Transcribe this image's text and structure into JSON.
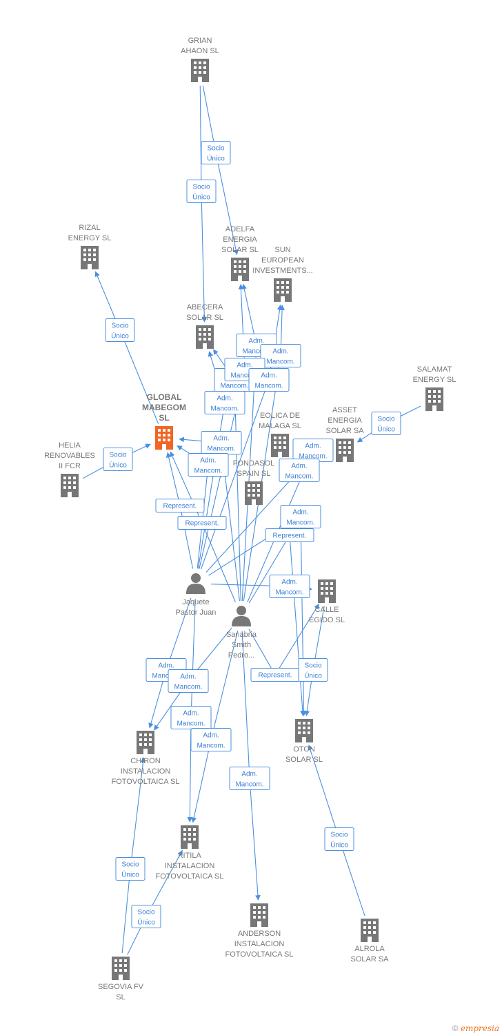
{
  "colors": {
    "edge": "#4a8fe0",
    "building": "#777777",
    "focus_building": "#f26522",
    "person": "#777777",
    "text": "#777777"
  },
  "nodes": [
    {
      "id": "grian",
      "type": "company",
      "label": [
        "GRIAN",
        "AHAON SL"
      ]
    },
    {
      "id": "rizal",
      "type": "company",
      "label": [
        "RIZAL",
        "ENERGY SL"
      ]
    },
    {
      "id": "adelfa",
      "type": "company",
      "label": [
        "ADELFA",
        "ENERGIA",
        "SOLAR SL"
      ]
    },
    {
      "id": "sun",
      "type": "company",
      "label": [
        "SUN",
        "EUROPEAN",
        "INVESTMENTS..."
      ]
    },
    {
      "id": "abecera",
      "type": "company",
      "label": [
        "ABECERA",
        "SOLAR SL"
      ]
    },
    {
      "id": "salamat",
      "type": "company",
      "label": [
        "SALAMAT",
        "ENERGY SL"
      ]
    },
    {
      "id": "global",
      "type": "company",
      "focus": true,
      "label": [
        "GLOBAL",
        "MABEGOM",
        "SL"
      ]
    },
    {
      "id": "eolica",
      "type": "company",
      "label": [
        "EOLICA DE",
        "MALAGA SL"
      ]
    },
    {
      "id": "asset",
      "type": "company",
      "label": [
        "ASSET",
        "ENERGIA",
        "SOLAR SA"
      ]
    },
    {
      "id": "helia",
      "type": "company",
      "label": [
        "HELIA",
        "RENOVABLES",
        "II FCR"
      ]
    },
    {
      "id": "fondasol",
      "type": "company",
      "label": [
        "FONDASOL",
        "SPAIN SL"
      ]
    },
    {
      "id": "jaquete",
      "type": "person",
      "label": [
        "Jaquete",
        "Pastor Juan"
      ]
    },
    {
      "id": "calle",
      "type": "company",
      "label": [
        "CALLE",
        "EGIDO SL"
      ]
    },
    {
      "id": "sanabria",
      "type": "person",
      "label": [
        "Sanabria",
        "Smith",
        "Pedro..."
      ]
    },
    {
      "id": "chiron",
      "type": "company",
      "label": [
        "CHIRON",
        "INSTALACION",
        "FOTOVOLTAICA SL"
      ]
    },
    {
      "id": "oton",
      "type": "company",
      "label": [
        "OTON",
        "SOLAR SL"
      ]
    },
    {
      "id": "kitila",
      "type": "company",
      "label": [
        "KITILA",
        "INSTALACION",
        "FOTOVOLTAICA SL"
      ]
    },
    {
      "id": "anderson",
      "type": "company",
      "label": [
        "ANDERSON",
        "INSTALACION",
        "FOTOVOLTAICA SL"
      ]
    },
    {
      "id": "alrola",
      "type": "company",
      "label": [
        "ALROLA",
        "SOLAR SA"
      ]
    },
    {
      "id": "segovia",
      "type": "company",
      "label": [
        "SEGOVIA FV",
        "SL"
      ]
    }
  ],
  "edge_labels": {
    "socio_unico": [
      "Socio",
      "Único"
    ],
    "adm_mancom": [
      "Adm.",
      "Mancom."
    ],
    "represent": [
      "Represent."
    ]
  },
  "edges": [
    {
      "from": "grian",
      "to": "adelfa",
      "label": "socio_unico"
    },
    {
      "from": "grian",
      "to": "abecera",
      "label": "socio_unico"
    },
    {
      "from": "global",
      "to": "rizal",
      "label": "socio_unico"
    },
    {
      "from": "helia",
      "to": "global",
      "label": "socio_unico"
    },
    {
      "from": "salamat",
      "to": "asset",
      "label": "socio_unico"
    },
    {
      "from": "sanabria",
      "to": "adelfa",
      "label": "adm_mancom"
    },
    {
      "from": "sanabria",
      "to": "sun",
      "label": "adm_mancom"
    },
    {
      "from": "sanabria",
      "to": "abecera",
      "label": "adm_mancom"
    },
    {
      "from": "jaquete",
      "to": "abecera",
      "label": "adm_mancom"
    },
    {
      "from": "jaquete",
      "to": "adelfa",
      "label": "adm_mancom"
    },
    {
      "from": "jaquete",
      "to": "sun",
      "label": "adm_mancom"
    },
    {
      "from": "sanabria",
      "to": "global",
      "label": "represent"
    },
    {
      "from": "jaquete",
      "to": "global",
      "label": "represent"
    },
    {
      "from": "sanabria",
      "to": "global",
      "label": "adm_mancom"
    },
    {
      "from": "jaquete",
      "to": "global",
      "label": "adm_mancom"
    },
    {
      "from": "sanabria",
      "to": "asset",
      "label": "adm_mancom"
    },
    {
      "from": "jaquete",
      "to": "asset",
      "label": "adm_mancom"
    },
    {
      "from": "jaquete",
      "to": "calle",
      "label": "adm_mancom"
    },
    {
      "from": "sanabria",
      "to": "calle",
      "label": "represent"
    },
    {
      "from": "jaquete",
      "to": "chiron",
      "label": "adm_mancom"
    },
    {
      "from": "sanabria",
      "to": "chiron",
      "label": "adm_mancom"
    },
    {
      "from": "jaquete",
      "to": "kitila",
      "label": "adm_mancom"
    },
    {
      "from": "sanabria",
      "to": "kitila",
      "label": "adm_mancom"
    },
    {
      "from": "sanabria",
      "to": "anderson",
      "label": "adm_mancom"
    },
    {
      "from": "sanabria",
      "to": "oton",
      "label": "represent"
    },
    {
      "from": "jaquete",
      "to": "oton",
      "label": "adm_mancom"
    },
    {
      "from": "calle",
      "to": "oton",
      "label": "socio_unico"
    },
    {
      "from": "alrola",
      "to": "oton",
      "label": "socio_unico"
    },
    {
      "from": "segovia",
      "to": "chiron",
      "label": "socio_unico"
    },
    {
      "from": "segovia",
      "to": "kitila",
      "label": "socio_unico"
    }
  ],
  "footer": {
    "copyright": "©",
    "brand": "empresia"
  }
}
